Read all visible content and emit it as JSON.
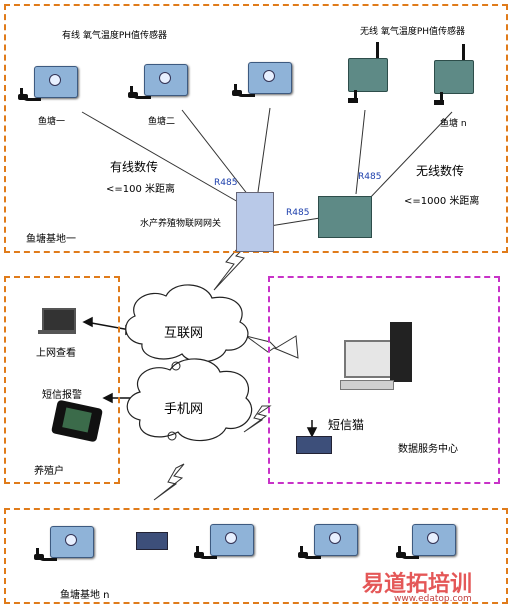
{
  "top_region": {
    "wired_sensor_label": "有线 氧气温度PH值传感器",
    "wireless_sensor_label": "无线 氧气温度PH值传感器",
    "pond1": "鱼塘一",
    "pond2": "鱼塘二",
    "pond_n": "鱼塘 n",
    "wired_text_1": "有线数传",
    "wired_text_2": "<=100 米距离",
    "wireless_text_1": "无线数传",
    "wireless_text_2": "<=1000 米距离",
    "rs485_a": "R485",
    "rs485_b": "R485",
    "rs485_c": "R485",
    "gateway_label": "水产养殖物联网网关",
    "base_label": "鱼塘基地一"
  },
  "clouds": {
    "internet": "互联网",
    "mobile": "手机网"
  },
  "farmer": {
    "web_label": "上网查看",
    "sms_label": "短信报警",
    "region_label": "养殖户"
  },
  "data_center": {
    "modem_label": "短信猫",
    "region_label": "数据服务中心"
  },
  "bottom_region": {
    "base_label": "鱼塘基地 n"
  },
  "watermark": {
    "brand": "易道拓培训",
    "url": "www.edatop.com"
  }
}
